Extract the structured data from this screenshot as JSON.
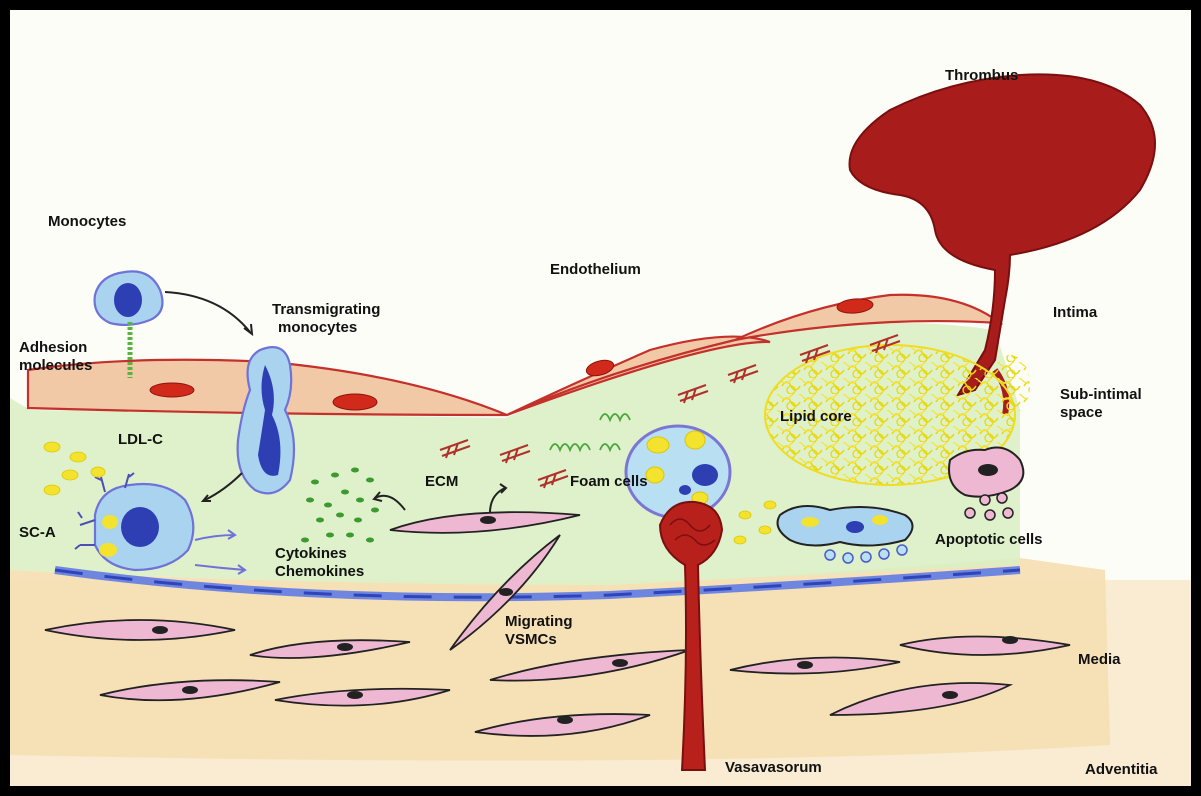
{
  "labels": {
    "thrombus": "Thrombus",
    "monocytes": "Monocytes",
    "endothelium": "Endothelium",
    "transmigrating_1": "Transmigrating",
    "transmigrating_2": "monocytes",
    "intima": "Intima",
    "adhesion_1": "Adhesion",
    "adhesion_2": "molecules",
    "subintimal_1": "Sub-intimal",
    "subintimal_2": "space",
    "lipid_core": "Lipid core",
    "ldl_c": "LDL-C",
    "ecm": "ECM",
    "foam_cells": "Foam cells",
    "sc_a": "SC-A",
    "apoptotic_cells": "Apoptotic cells",
    "cytokines": "Cytokines",
    "chemokines": "Chemokines",
    "migrating_1": "Migrating",
    "migrating_2": "VSMCs",
    "media": "Media",
    "vasavasorum": "Vasavasorum",
    "adventitia": "Adventitia"
  },
  "colors": {
    "thrombus": "#a81c1c",
    "endothelium_fill": "#f2c9a6",
    "endothelium_outline": "#c4302b",
    "nucleus_red": "#d22a1a",
    "intima_green": "#dcefc4",
    "media_orange": "#f6dfb4",
    "vsmc_pink": "#efb8d2",
    "monocyte_blue": "#a9d3ef",
    "monocyte_nucleus": "#2d3fb3",
    "lipid_yellow": "#f2e21f",
    "cytokine_green": "#3c9a2e",
    "elastic_lamina": "#3d55c9"
  }
}
